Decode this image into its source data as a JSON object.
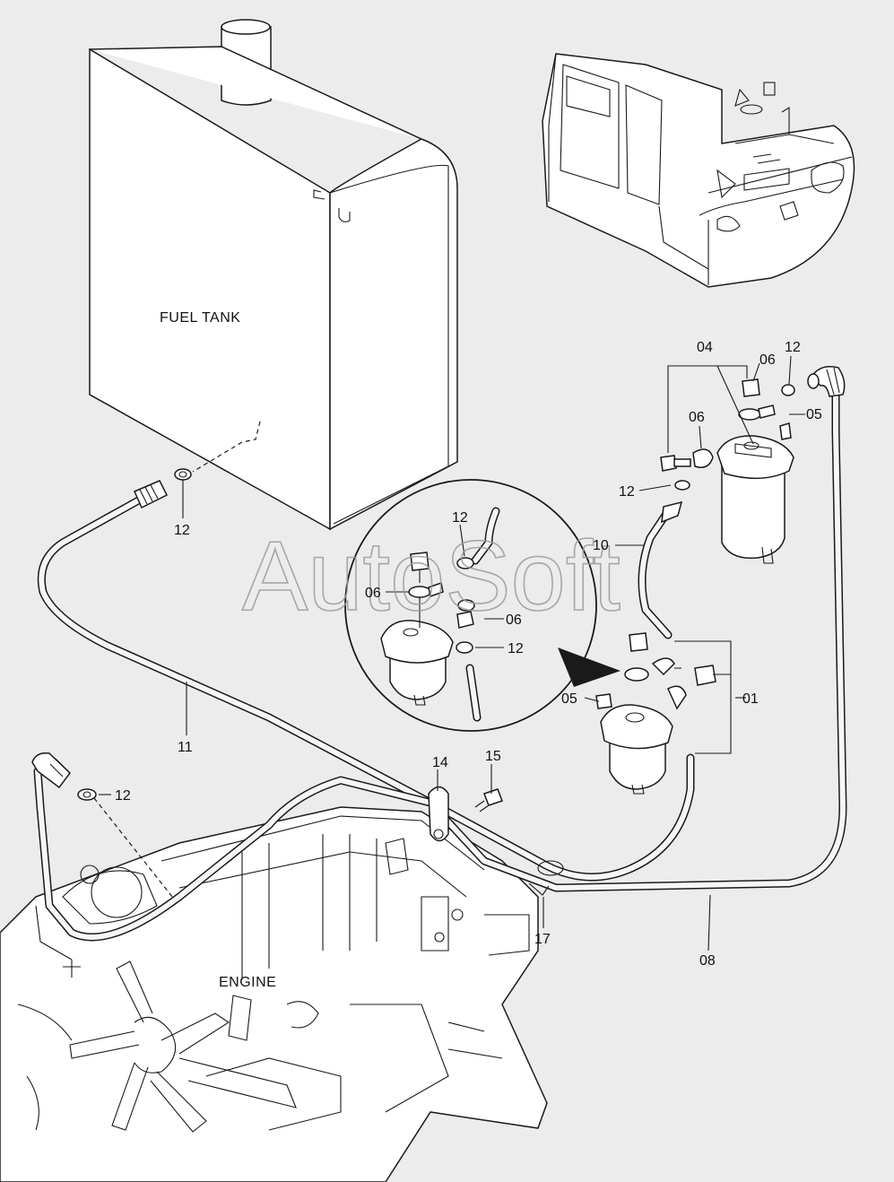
{
  "labels": {
    "fuel_tank": "FUEL TANK",
    "engine": "ENGINE",
    "watermark": "AutoSoft"
  },
  "callouts": {
    "c04": "04",
    "c06_top": "06",
    "c12_top": "12",
    "c06_mid": "06",
    "c05_right": "05",
    "c12_filter": "12",
    "c10": "10",
    "c12_tank": "12",
    "c12_detail": "12",
    "c06_detail_left": "06",
    "c06_detail_right": "06",
    "c12_detail_low": "12",
    "c05_lower": "05",
    "c01": "01",
    "c11": "11",
    "c14": "14",
    "c15": "15",
    "c12_engine": "12",
    "c17": "17",
    "c08": "08"
  }
}
